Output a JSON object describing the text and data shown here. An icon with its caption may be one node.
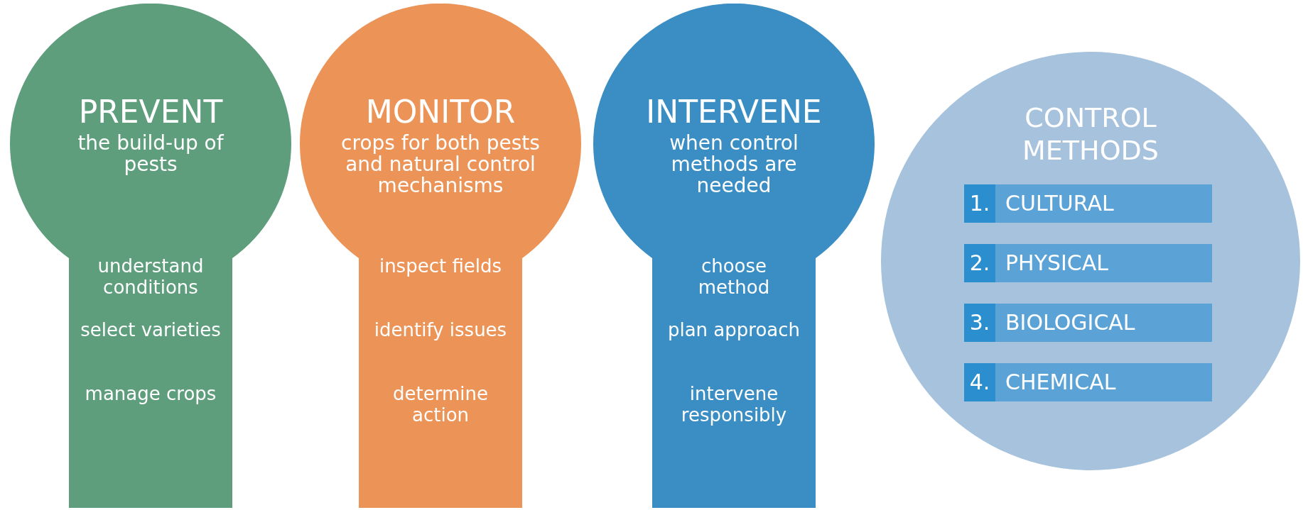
{
  "diagram": {
    "nodes": [
      {
        "text": [
          "PREVENT",
          "the build-up of pests",
          "understand conditions",
          "select varieties",
          "manage crops"
        ]
      },
      {
        "text": [
          "MONITOR",
          "crops for both pests and natural control mechanisms",
          "inspect fields",
          "identify issues",
          "determine action"
        ]
      },
      {
        "text": [
          "INTERVENE",
          "when control methods are needed",
          "choose method",
          "plan approach",
          "intervene responsibly"
        ]
      },
      {
        "text": [
          "CONTROL METHODS"
        ]
      },
      {
        "text": [
          "1.",
          "CULTURAL"
        ],
        "in": 3
      },
      {
        "text": [
          "2.",
          "PHYSICAL"
        ],
        "in": 3
      },
      {
        "text": [
          "3.",
          "BIOLOGICAL"
        ],
        "in": 3
      },
      {
        "text": [
          "4.",
          "CHEMICAL"
        ],
        "in": 3
      }
    ]
  }
}
